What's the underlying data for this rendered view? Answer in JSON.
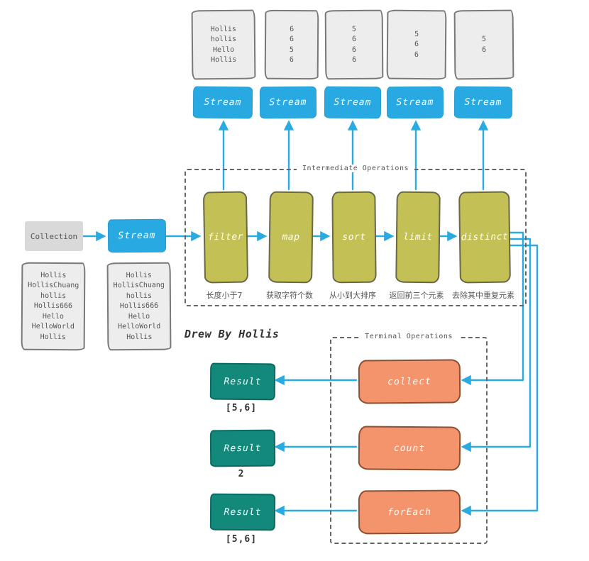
{
  "top_scrolls": [
    {
      "lines": [
        "Hollis",
        "hollis",
        "Hello",
        "Hollis"
      ]
    },
    {
      "lines": [
        "6",
        "6",
        "5",
        "6"
      ]
    },
    {
      "lines": [
        "5",
        "6",
        "6",
        "6"
      ]
    },
    {
      "lines": [
        "5",
        "6",
        "6"
      ]
    },
    {
      "lines": [
        "5",
        "6"
      ]
    }
  ],
  "stream_row": [
    "Stream",
    "Stream",
    "Stream",
    "Stream",
    "Stream"
  ],
  "pipeline": {
    "collection_label": "Collection",
    "stream_label": "Stream",
    "source_lines": [
      "Hollis",
      "HollisChuang",
      "hollis",
      "Hollis666",
      "Hello",
      "HelloWorld",
      "Hollis"
    ]
  },
  "intermediate": {
    "title": "Intermediate Operations",
    "ops": [
      {
        "label": "filter",
        "caption": "长度小于7"
      },
      {
        "label": "map",
        "caption": "获取字符个数"
      },
      {
        "label": "sort",
        "caption": "从小到大排序"
      },
      {
        "label": "limit",
        "caption": "返回前三个元素"
      },
      {
        "label": "distinct",
        "caption": "去除其中重复元素"
      }
    ]
  },
  "credit": "Drew By Hollis",
  "terminal": {
    "title": "Terminal Operations",
    "ops": [
      "collect",
      "count",
      "forEach"
    ]
  },
  "results": [
    {
      "label": "Result",
      "value": "[5,6]"
    },
    {
      "label": "Result",
      "value": "2"
    },
    {
      "label": "Result",
      "value": "[5,6]"
    }
  ],
  "colors": {
    "arrow_blue": "#29ABE2",
    "stream_blue": "#29A9E1",
    "operation_olive": "#C3C055",
    "terminal_orange": "#F4946D",
    "result_teal": "#12897B",
    "collection_gray": "#D9D9D9",
    "scroll_gray": "#EDEDED"
  }
}
